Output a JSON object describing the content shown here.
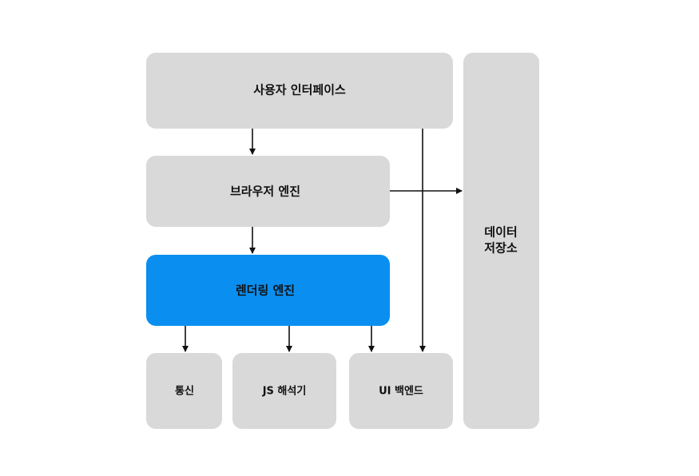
{
  "diagram": {
    "boxes": {
      "user_interface": "사용자 인터페이스",
      "browser_engine": "브라우저 엔진",
      "rendering_engine": "렌더링 엔진",
      "networking": "통신",
      "js_interpreter": "JS 해석기",
      "ui_backend": "UI 백엔드",
      "data_storage_line1": "데이터",
      "data_storage_line2": "저장소"
    },
    "colors": {
      "box": "#d9d9d9",
      "highlight": "#0a8ff0",
      "text": "#111111",
      "arrow": "#111111"
    }
  }
}
